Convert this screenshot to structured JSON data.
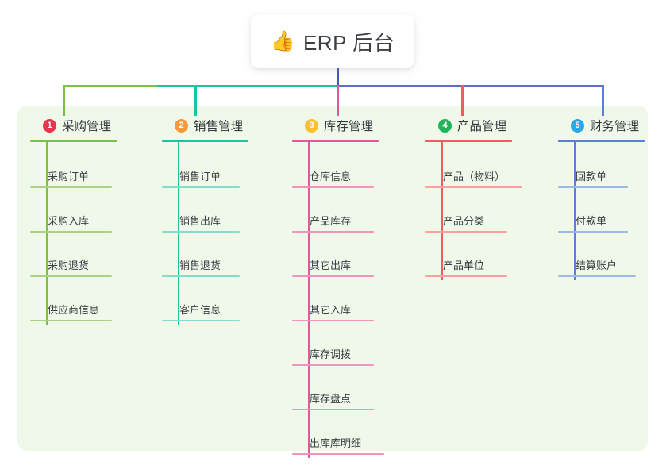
{
  "root": {
    "icon": "thumbs-up-icon",
    "emoji": "👍",
    "title": "ERP 后台"
  },
  "colors": {
    "panel_bg": "#eff8e9",
    "root_stem": "#4a58bd",
    "branch_green": "#79c147",
    "branch_teal": "#16c4a8",
    "branch_pink": "#e8559a",
    "branch_red": "#f8595e",
    "branch_blue": "#5b7fd4",
    "badge1": "#e8344e",
    "badge2": "#f79a3c",
    "badge3": "#fbc02d",
    "badge4": "#21b35a",
    "badge5": "#29a9e8"
  },
  "columns": [
    {
      "number": "1",
      "title": "采购管理",
      "badge_color": "#e8344e",
      "line_color": "#79c147",
      "items": [
        "采购订单",
        "采购入库",
        "采购退货",
        "供应商信息"
      ]
    },
    {
      "number": "2",
      "title": "销售管理",
      "badge_color": "#f79a3c",
      "line_color": "#16c4a8",
      "items": [
        "销售订单",
        "销售出库",
        "销售退货",
        "客户信息"
      ]
    },
    {
      "number": "3",
      "title": "库存管理",
      "badge_color": "#fbc02d",
      "line_color": "#e8559a",
      "items": [
        "仓库信息",
        "产品库存",
        "其它出库",
        "其它入库",
        "库存调拨",
        "库存盘点",
        "出库库明细"
      ]
    },
    {
      "number": "4",
      "title": "产品管理",
      "badge_color": "#21b35a",
      "line_color": "#f8595e",
      "items": [
        "产品（物料）",
        "产品分类",
        "产品单位"
      ]
    },
    {
      "number": "5",
      "title": "财务管理",
      "badge_color": "#29a9e8",
      "line_color": "#5b7fd4",
      "items": [
        "回款单",
        "付款单",
        "结算账户"
      ]
    }
  ]
}
